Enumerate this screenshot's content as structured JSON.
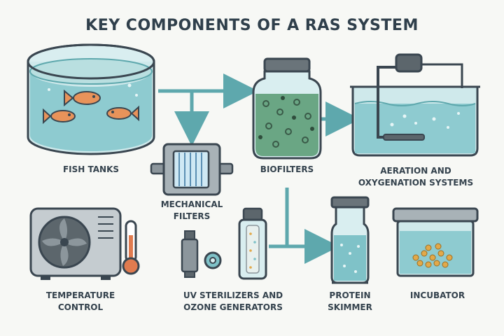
{
  "title": "KEY COMPONENTS OF A RAS SYSTEM",
  "components": {
    "fish_tanks": {
      "lines": [
        "FISH TANKS"
      ]
    },
    "mechanical_filters": {
      "lines": [
        "MECHANICAL",
        "FILTERS"
      ]
    },
    "biofilters": {
      "lines": [
        "BIOFILTERS"
      ]
    },
    "aeration": {
      "lines": [
        "AERATION AND",
        "OXYGENATION SYSTEMS"
      ]
    },
    "temperature": {
      "lines": [
        "TEMPERATURE",
        "CONTROL"
      ]
    },
    "uv": {
      "lines": [
        "UV STERILIZERS AND",
        "OZONE GENERATORS"
      ]
    },
    "skimmer": {
      "lines": [
        "PROTEIN",
        "SKIMMER"
      ]
    },
    "incubator": {
      "lines": [
        "INCUBATOR"
      ]
    }
  },
  "colors": {
    "outline": "#3a4650",
    "water": "#7fc2c8",
    "water_light": "#b9dfe0",
    "arrow": "#5ea8ad",
    "fish": "#e8935a",
    "bio_media": "#6aa684",
    "metal": "#8c969c",
    "egg": "#e2a94a",
    "thermo": "#e07b4f"
  }
}
